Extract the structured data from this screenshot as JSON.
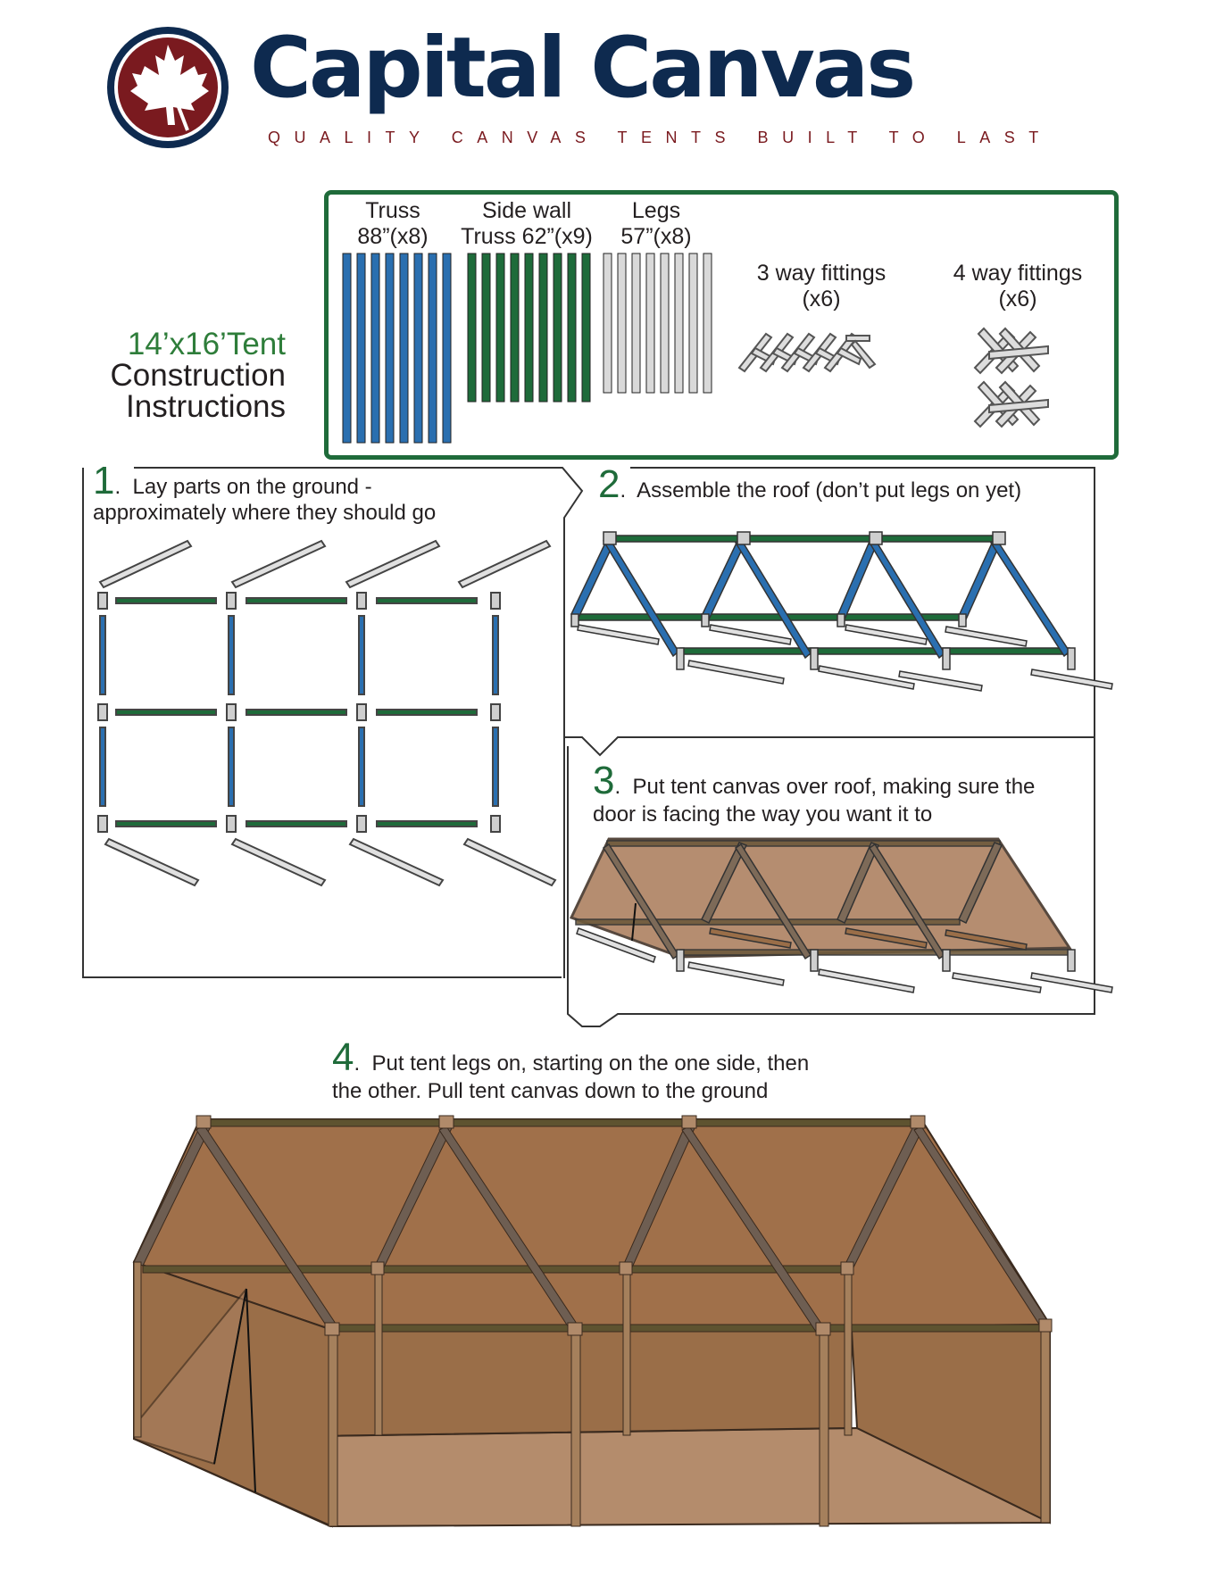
{
  "brand": {
    "name": "Capital Canvas",
    "tagline": "QUALITY CANVAS TENTS BUILT TO LAST",
    "colors": {
      "navy": "#0e2a4f",
      "maroon": "#7a1a1f",
      "green": "#1f6b3a"
    }
  },
  "title": {
    "size": "14’x16’Tent",
    "line2": "Construction",
    "line3": "Instructions"
  },
  "parts": [
    {
      "line1": "Truss",
      "line2": "88”(x8)",
      "color": "#2a6fb0"
    },
    {
      "line1": "Side wall",
      "line2": "Truss 62”(x9)",
      "color": "#1e6b3a"
    },
    {
      "line1": "Legs",
      "line2": "57”(x8)",
      "color": "#d9d9d9"
    },
    {
      "line1": "3 way fittings",
      "line2": "(x6)"
    },
    {
      "line1": "4 way fittings",
      "line2": "(x6)"
    }
  ],
  "steps": [
    {
      "number": "1",
      "line1": "Lay parts on the ground -",
      "line2": "approximately where they should go"
    },
    {
      "number": "2",
      "line1": "Assemble the roof (don’t put legs on yet)"
    },
    {
      "number": "3",
      "line1": "Put tent canvas over roof, making sure the",
      "line2": "door is facing the way you want it to"
    },
    {
      "number": "4",
      "line1": "Put tent legs on, starting on the one side, then",
      "line2": "the other.  Pull tent canvas down to the ground"
    }
  ]
}
